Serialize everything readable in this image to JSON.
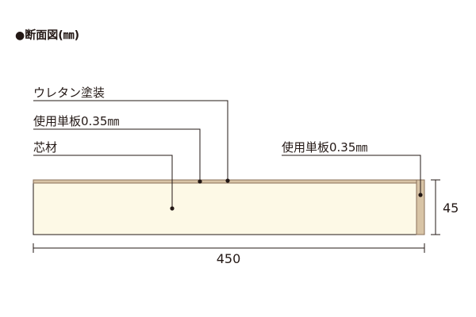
{
  "heading": "●断面図(㎜)",
  "labels": {
    "urethane_coating": "ウレタン塗装",
    "top_veneer": "使用単板0.35㎜",
    "core": "芯材",
    "edge_veneer": "使用単板0.35㎜"
  },
  "dimensions": {
    "width": "450",
    "height": "45"
  },
  "colors": {
    "line": "#231815",
    "core_fill": "#fdf9e6",
    "veneer_fill": "#d8c4a6",
    "veneer_stroke": "#8a7059"
  }
}
